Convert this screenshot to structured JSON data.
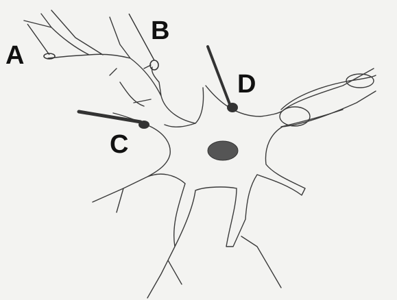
{
  "labels": {
    "a": "A",
    "b": "B",
    "c": "C",
    "d": "D"
  },
  "colors": {
    "background": "#f3f3f1",
    "outline": "#3a3a3a",
    "nucleus": "#555555",
    "terminal": "#333333"
  }
}
